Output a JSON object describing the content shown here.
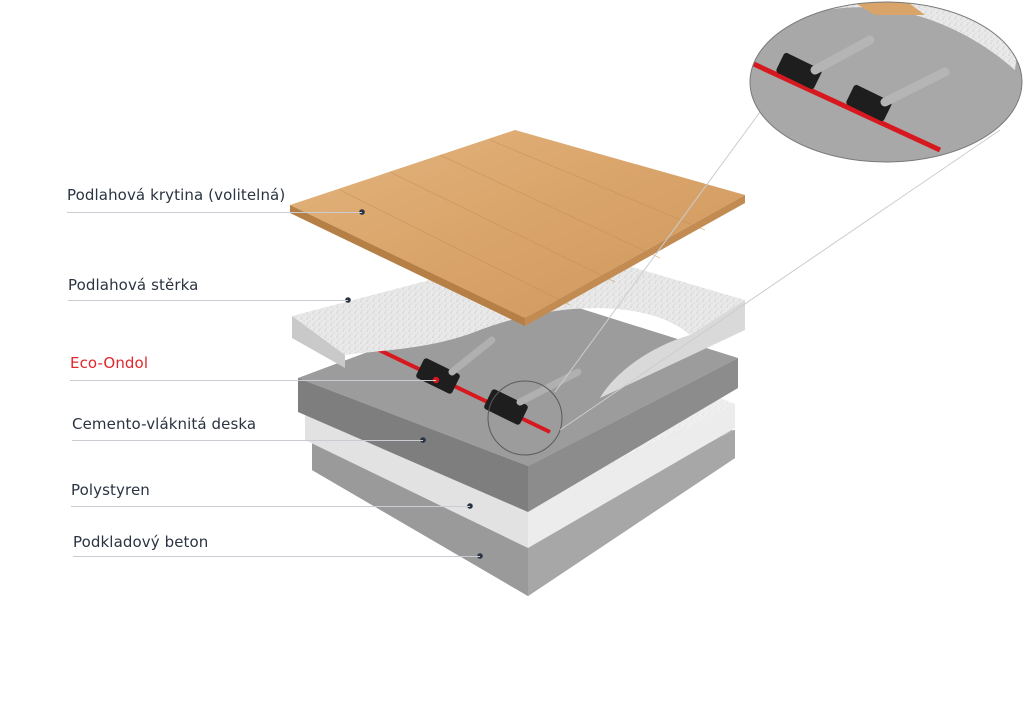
{
  "colors": {
    "label_text": "#2b3442",
    "highlight_text": "#e3262b",
    "cable": "#d7191f",
    "dot": "#2b3442"
  },
  "layers": [
    {
      "id": "floor-covering",
      "label": "Podlahová krytina (volitelná)",
      "highlight": false
    },
    {
      "id": "screed",
      "label": "Podlahová stěrka",
      "highlight": false
    },
    {
      "id": "eco-ondol",
      "label": "Eco-Ondol",
      "highlight": true
    },
    {
      "id": "cement-fiber-board",
      "label": "Cemento-vláknitá deska",
      "highlight": false
    },
    {
      "id": "polystyrene",
      "label": "Polystyren",
      "highlight": false
    },
    {
      "id": "base-concrete",
      "label": "Podkladový beton",
      "highlight": false
    }
  ]
}
